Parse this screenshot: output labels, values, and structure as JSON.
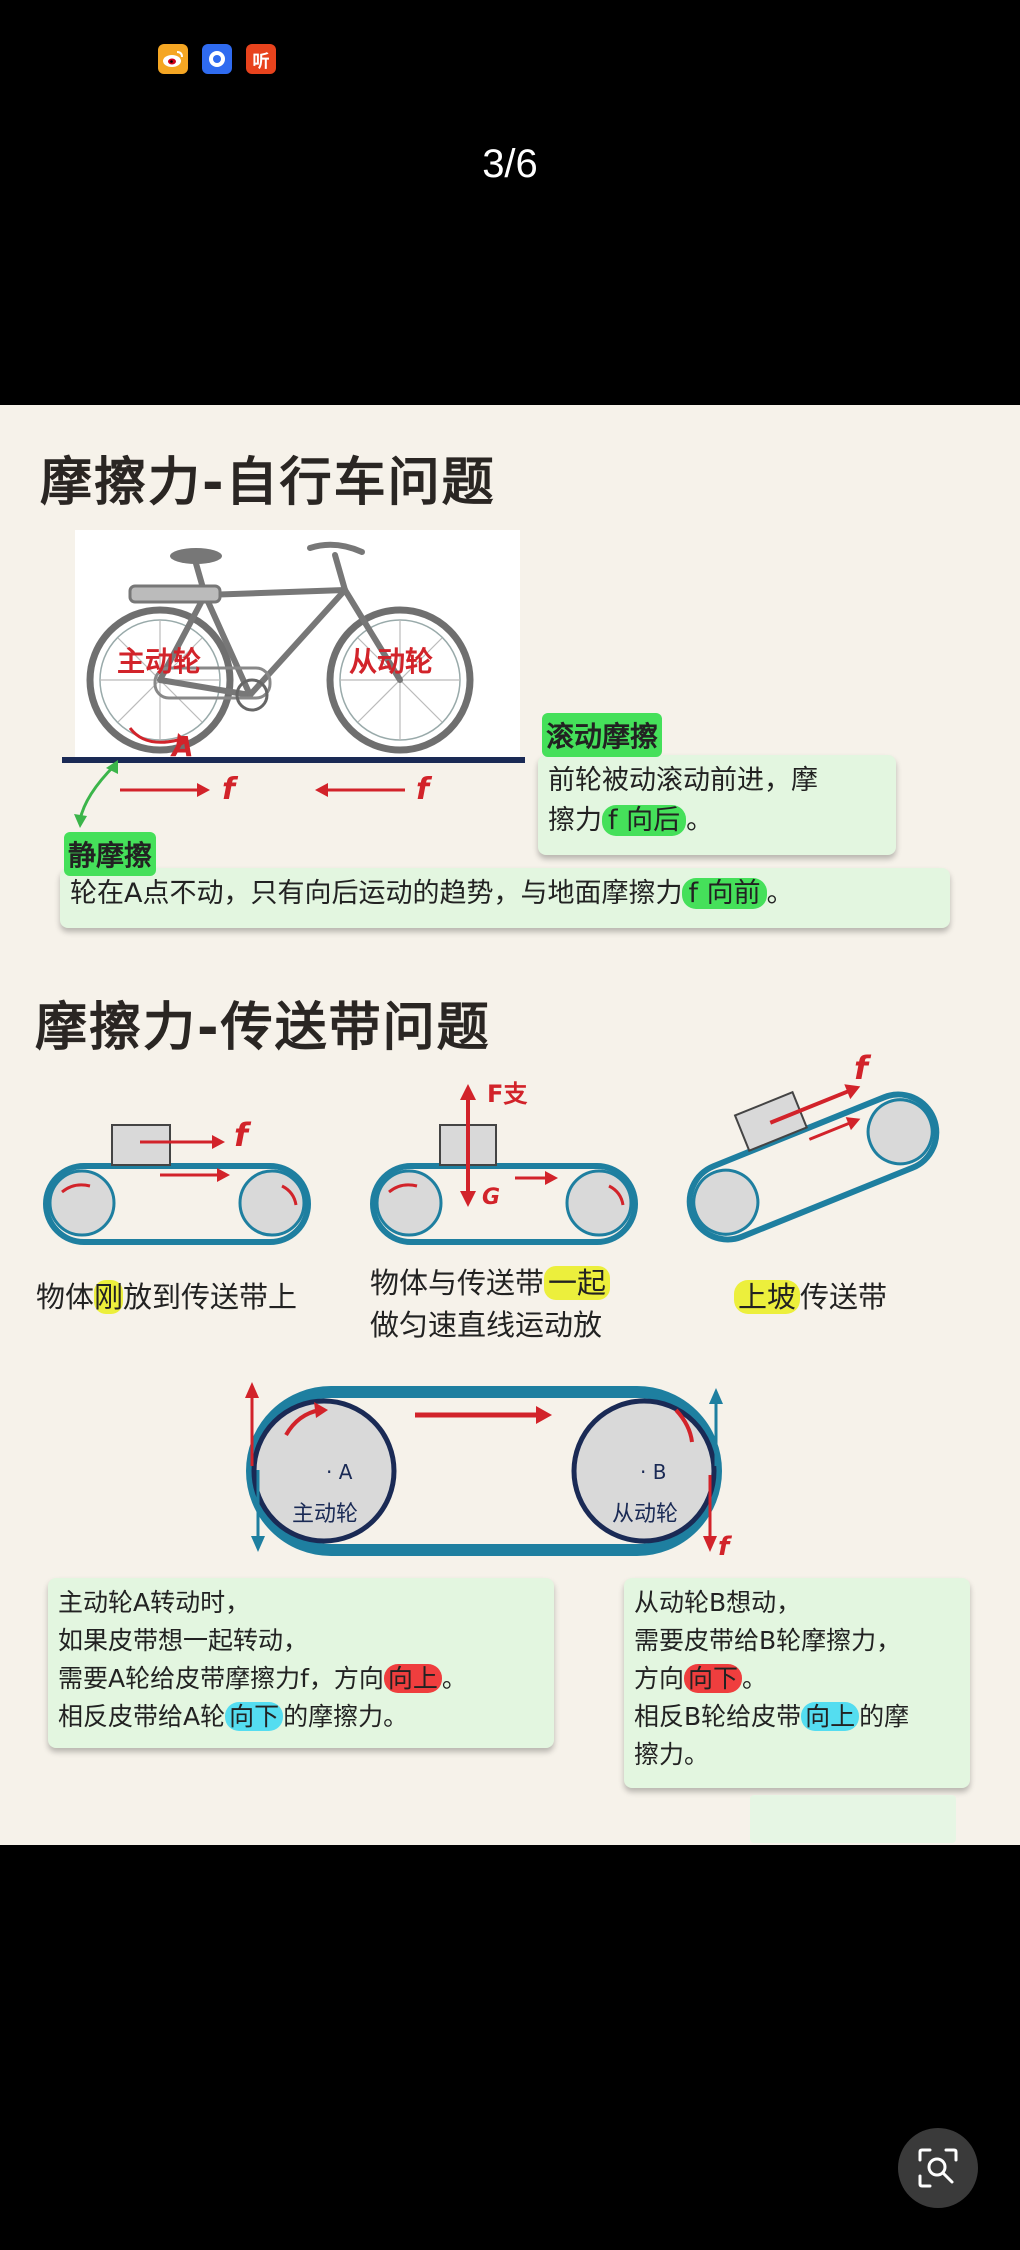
{
  "status_icons": [
    {
      "name": "weibo-icon",
      "color": "#f5a623"
    },
    {
      "name": "browser-icon",
      "color": "#2f6bf0"
    },
    {
      "name": "listen-icon",
      "color": "#e8431d",
      "text": "听"
    }
  ],
  "page_counter": "3/6",
  "bike": {
    "title": "摩擦力-自行车问题",
    "drive_wheel": "主动轮",
    "driven_wheel": "从动轮",
    "point_a": "A",
    "force_f1": "f",
    "force_f2": "f",
    "rolling_heading": "滚动摩擦",
    "rolling_line1": "前轮被动滚动前进，摩",
    "rolling_line2_pre": "擦力",
    "rolling_line2_hl": "f 向后",
    "rolling_line2_post": "。",
    "static_heading": "静摩擦",
    "static_pre": "轮在A点不动，只有向后运动的趋势，与地面摩擦力",
    "static_hl": "f 向前",
    "static_post": "。"
  },
  "belt": {
    "title": "摩擦力-传送带问题",
    "force_f_a": "f",
    "force_support": "F支",
    "force_g": "G",
    "force_f_c": "f",
    "cap1_pre": "物体",
    "cap1_hl": "刚",
    "cap1_post": "放到传送带上",
    "cap2_pre": "物体与传送带",
    "cap2_hl": "一起",
    "cap2_line2": "做匀速直线运动放",
    "cap3_hl": "上坡",
    "cap3_post": "传送带",
    "big_a_dot": "· A",
    "big_a_label": "主动轮",
    "big_b_dot": "· B",
    "big_b_label": "从动轮",
    "big_f": "f",
    "left_l1": "主动轮A转动时，",
    "left_l2": "如果皮带想一起转动，",
    "left_l3_pre": "需要A轮给皮带摩擦力f，方向",
    "left_l3_hl": "向上",
    "left_l3_post": "。",
    "left_l4_pre": "相反皮带给A轮",
    "left_l4_hl": "向下",
    "left_l4_post": "的摩擦力。",
    "right_l1": "从动轮B想动，",
    "right_l2": "需要皮带给B轮摩擦力，",
    "right_l3_pre": "方向",
    "right_l3_hl": "向下",
    "right_l3_post": "。",
    "right_l4_pre": "相反B轮给皮带",
    "right_l4_hl": "向上",
    "right_l4_post": "的摩",
    "right_l5": "擦力。"
  }
}
